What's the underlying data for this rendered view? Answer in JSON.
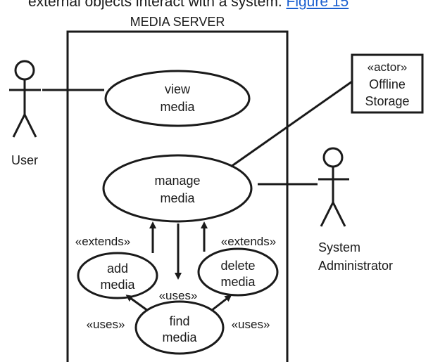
{
  "caption": {
    "text": "external objects interact with a system.",
    "link": "Figure 15"
  },
  "system": {
    "title": "MEDIA SERVER"
  },
  "actors": {
    "user": "User",
    "admin_line1": "System",
    "admin_line2": "Administrator",
    "storage_stereotype": "«actor»",
    "storage_line1": "Offline",
    "storage_line2": "Storage"
  },
  "use_cases": {
    "view_media": [
      "view",
      "media"
    ],
    "manage_media": [
      "manage",
      "media"
    ],
    "add_media": [
      "add",
      "media"
    ],
    "delete_media": [
      "delete",
      "media"
    ],
    "find_media": [
      "find",
      "media"
    ]
  },
  "relations": {
    "extends_left": "«extends»",
    "extends_right": "«extends»",
    "uses_center": "«uses»",
    "uses_left": "«uses»",
    "uses_right": "«uses»"
  }
}
